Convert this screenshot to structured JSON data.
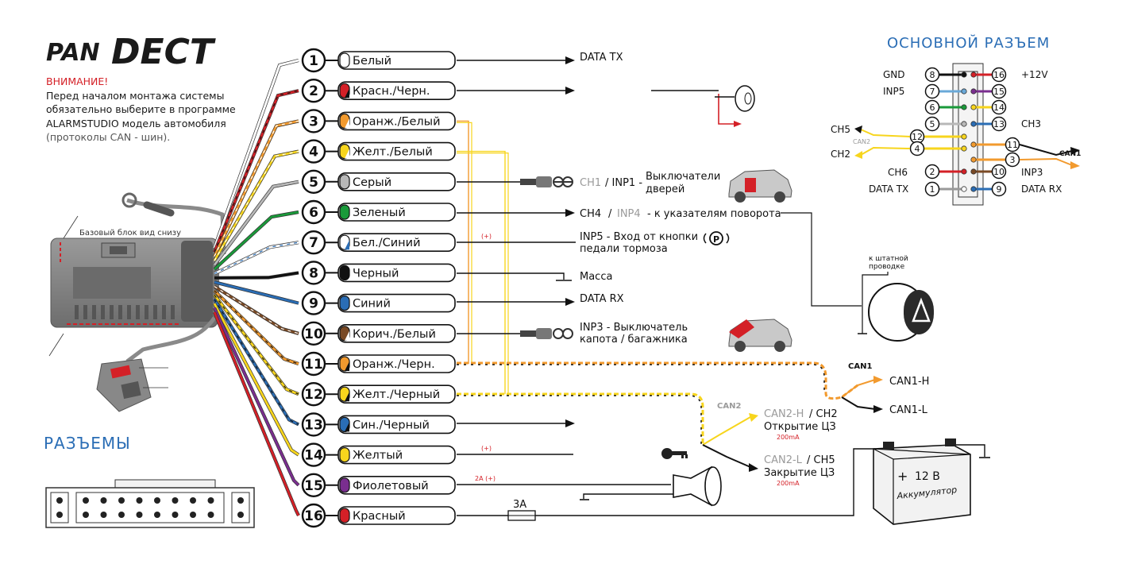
{
  "logo": {
    "part1": "PAN",
    "part2": "DECT"
  },
  "warning": {
    "title": "ВНИМАНИЕ!",
    "lines": [
      "Перед началом монтажа системы",
      "обязательно выберите в программе",
      "ALARMSTUDIO модель автомобиля"
    ],
    "note": "(протоколы CAN - шин)."
  },
  "base_unit": {
    "label": "Базовый блок вид снизу"
  },
  "connectors_title": "РАЗЪЕМЫ",
  "main_connector": {
    "title": "ОСНОВНОЙ РАЗЪЕМ",
    "left_labels": [
      "GND",
      "INP5",
      "CH5",
      "CH2",
      "CH6",
      "DATA TX"
    ],
    "right_labels": [
      "+12V",
      "CH3",
      "INP3",
      "DATA RX"
    ],
    "can_label": "CAN1",
    "can2_label": "CAN2",
    "pins_left": [
      "8",
      "7",
      "6",
      "5",
      "12",
      "4",
      "2",
      "1"
    ],
    "pins_right": [
      "16",
      "15",
      "14",
      "13",
      "11",
      "3",
      "10",
      "9"
    ]
  },
  "wires": [
    {
      "num": "1",
      "label": "Белый",
      "color": "#ffffff",
      "stripe": ""
    },
    {
      "num": "2",
      "label": "Красн./Черн.",
      "color": "#d42027",
      "stripe": "#111111"
    },
    {
      "num": "3",
      "label": "Оранж./Белый",
      "color": "#f29a2e",
      "stripe": "#ffffff"
    },
    {
      "num": "4",
      "label": "Желт./Белый",
      "color": "#f7d51d",
      "stripe": "#ffffff"
    },
    {
      "num": "5",
      "label": "Серый",
      "color": "#b8b8b8",
      "stripe": ""
    },
    {
      "num": "6",
      "label": "Зеленый",
      "color": "#1a9a3a",
      "stripe": ""
    },
    {
      "num": "7",
      "label": "Бел./Синий",
      "color": "#ffffff",
      "stripe": "#2a6db5"
    },
    {
      "num": "8",
      "label": "Черный",
      "color": "#111111",
      "stripe": ""
    },
    {
      "num": "9",
      "label": "Синий",
      "color": "#2a6db5",
      "stripe": ""
    },
    {
      "num": "10",
      "label": "Корич./Белый",
      "color": "#7a4a25",
      "stripe": "#ffffff"
    },
    {
      "num": "11",
      "label": "Оранж./Черн.",
      "color": "#f29a2e",
      "stripe": "#111111"
    },
    {
      "num": "12",
      "label": "Желт./Черный",
      "color": "#f7d51d",
      "stripe": "#111111"
    },
    {
      "num": "13",
      "label": "Син./Черный",
      "color": "#2a6db5",
      "stripe": "#111111"
    },
    {
      "num": "14",
      "label": "Желтый",
      "color": "#f7d51d",
      "stripe": ""
    },
    {
      "num": "15",
      "label": "Фиолетовый",
      "color": "#7a2e8f",
      "stripe": ""
    },
    {
      "num": "16",
      "label": "Красный",
      "color": "#d42027",
      "stripe": ""
    }
  ],
  "outputs": {
    "data_tx": "DATA TX",
    "data_rx": "DATA RX",
    "ch1_grey": "CH1",
    "ch1_text": "/ INP1 -",
    "ch1_desc1": "Выключатели",
    "ch1_desc2": "дверей",
    "ch4_text": "CH4",
    "ch4_slash": "/",
    "inp4_grey": "INP4",
    "ch4_desc": "- к указателям поворота",
    "inp5_desc1": "INP5 - Вход от кнопки",
    "inp5_desc2": "педали тормоза",
    "plus7": "(+)",
    "massa": "Масса",
    "inp3_desc1": "INP3 - Выключатель",
    "inp3_desc2": "капота / багажника",
    "plus14": "(+)",
    "amp15": "2А (+)",
    "fuse": "3А",
    "to_stock": "к штатной",
    "to_stock2": "проводке",
    "can1": "CAN1",
    "can1h": "CAN1-H",
    "can1l": "CAN1-L",
    "can2": "CAN2",
    "can2h_grey": "CAN2-H",
    "can2h_ch": "/ CH2",
    "can2h_desc": "Открытие ЦЗ",
    "can2h_ma": "200mA",
    "can2l_grey": "CAN2-L",
    "can2l_ch": "/ CH5",
    "can2l_desc": "Закрытие ЦЗ",
    "can2l_ma": "200mA",
    "battery_v": "12 В",
    "battery_label": "Аккумулятор"
  },
  "colors": {
    "accent_blue": "#2a6db5",
    "red": "#d42027",
    "grey_text": "#9a9a9a"
  }
}
